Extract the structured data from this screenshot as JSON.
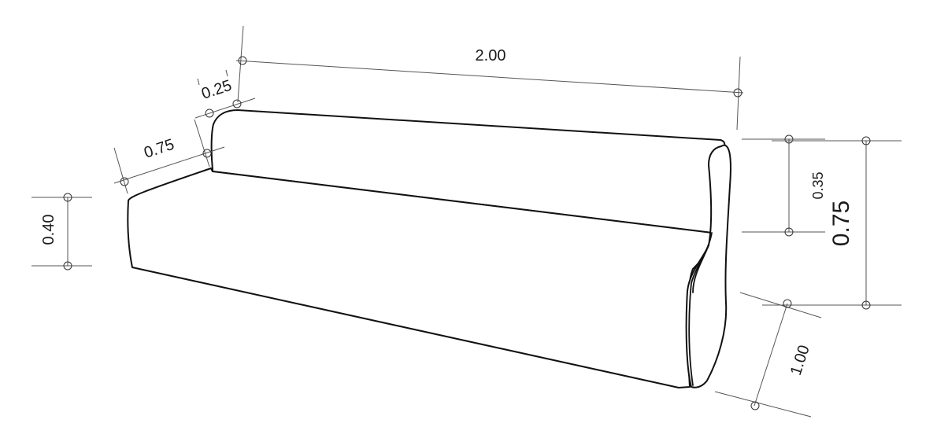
{
  "dimensions": {
    "length": "2.00",
    "back_thickness": "0.25",
    "arm_width": "0.75",
    "seat_height": "0.40",
    "back_cushion_height": "0.35",
    "total_height": "0.75",
    "depth": "1.00"
  }
}
